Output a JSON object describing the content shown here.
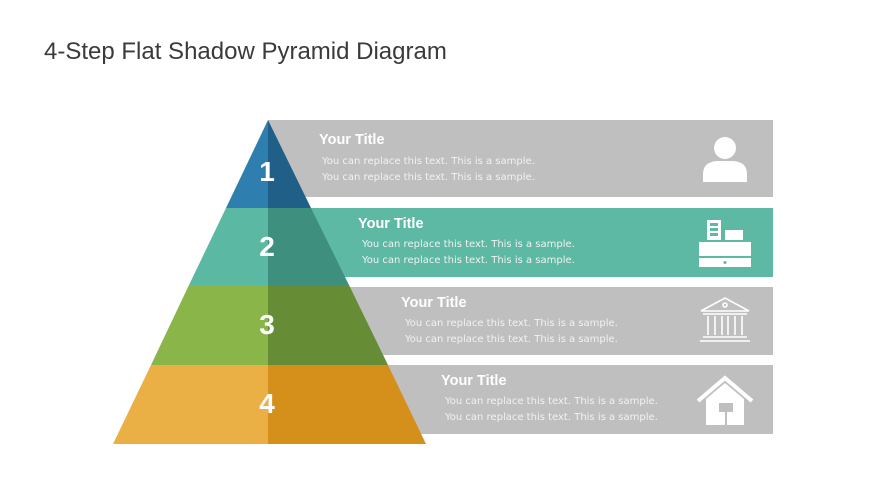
{
  "slide_title": "4-Step Flat Shadow Pyramid Diagram",
  "steps": [
    {
      "number": "1",
      "title": "Your Title",
      "line1": "You can replace this text. This is a sample.",
      "line2": "You can replace this text. This is a sample.",
      "icon": "user-icon"
    },
    {
      "number": "2",
      "title": "Your Title",
      "line1": "You can replace this text. This is a sample.",
      "line2": "You can replace this text. This is a sample.",
      "icon": "cash-register-icon"
    },
    {
      "number": "3",
      "title": "Your Title",
      "line1": "You can replace this text. This is a sample.",
      "line2": "You can replace this text. This is a sample.",
      "icon": "bank-icon"
    },
    {
      "number": "4",
      "title": "Your Title",
      "line1": "You can replace this text. This is a sample.",
      "line2": "You can replace this text. This is a sample.",
      "icon": "house-icon"
    }
  ],
  "colors": {
    "gray_band": "#bfbfbf",
    "teal_band": "#5db8a4",
    "tier1": "#2e7fb0",
    "tier2": "#5bb8a3",
    "tier3": "#8ab548",
    "tier4": "#ebb045"
  }
}
